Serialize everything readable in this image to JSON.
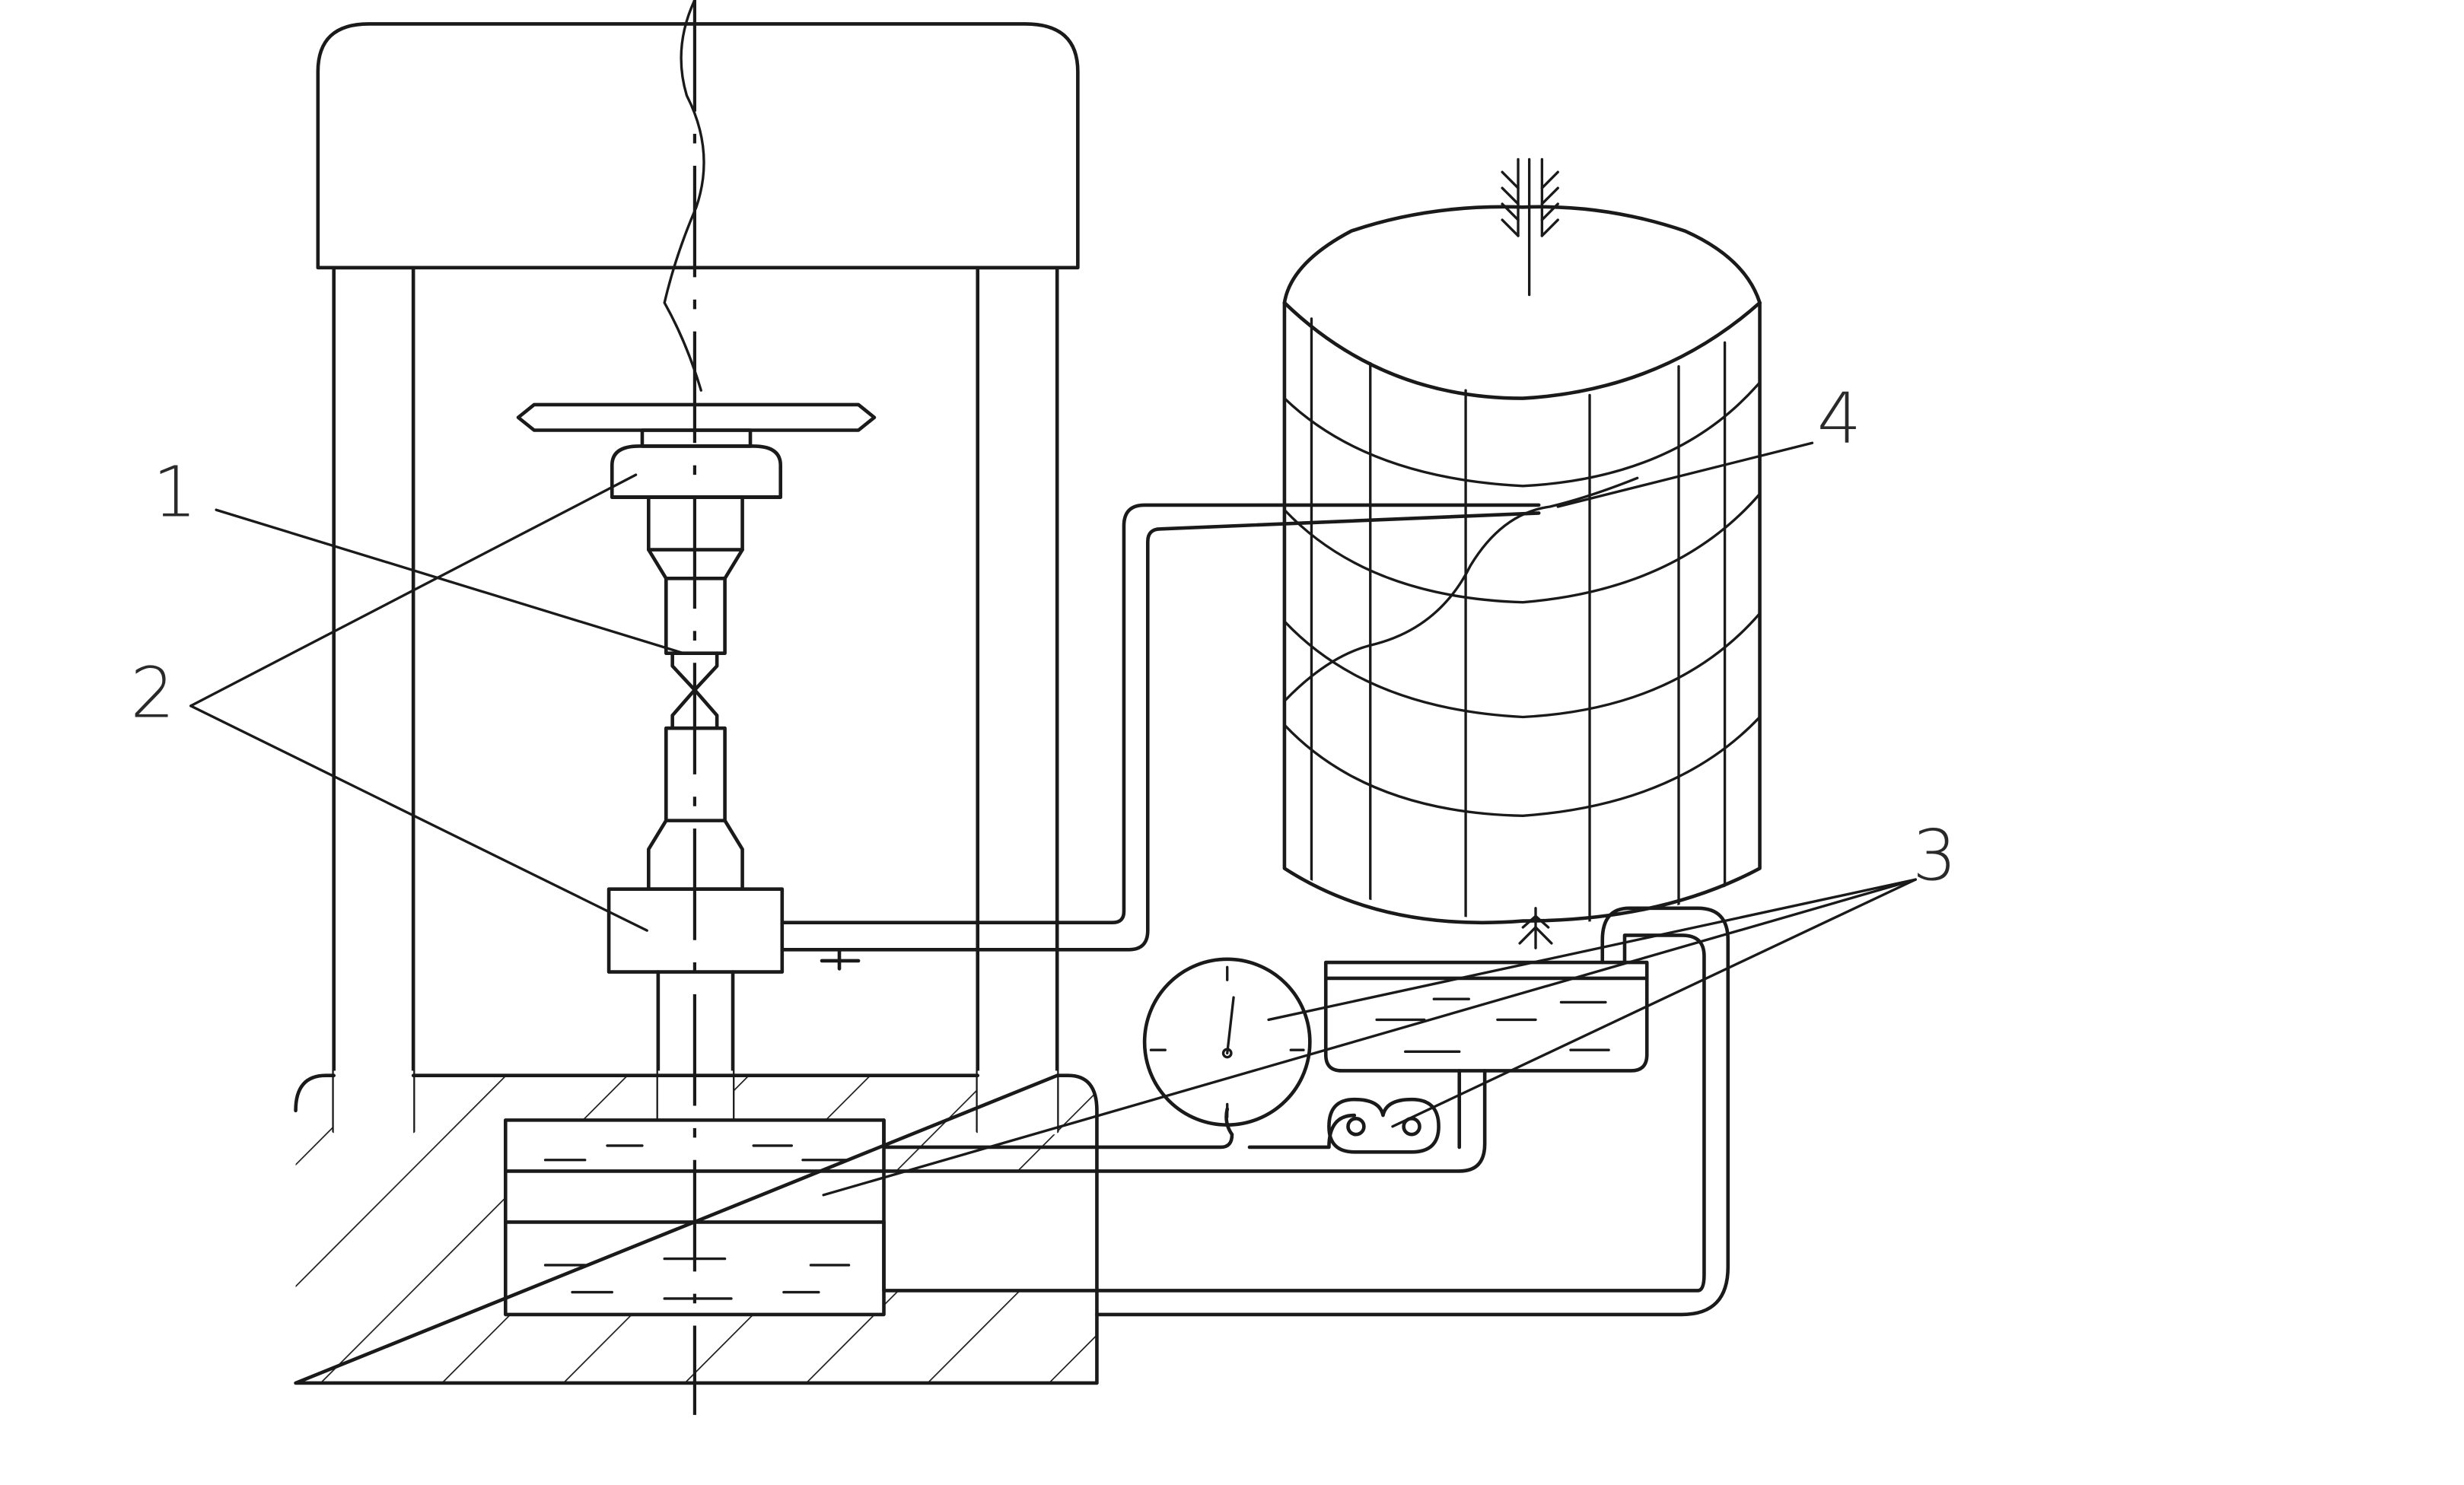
{
  "labels": {
    "specimen": "1",
    "grips": "2",
    "hydraulic_system": "3",
    "recording_drum": "4"
  }
}
